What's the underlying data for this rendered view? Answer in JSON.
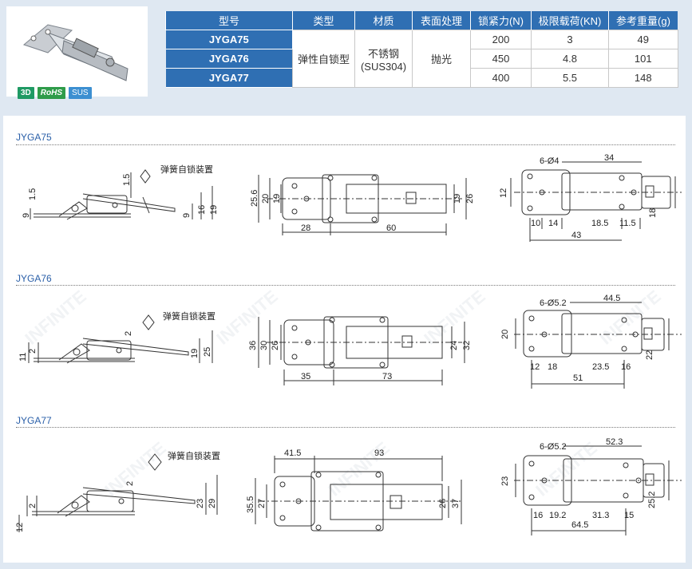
{
  "product": {
    "badges": [
      "3D",
      "RoHS",
      "SUS"
    ]
  },
  "spec_table": {
    "headers": [
      "型号",
      "类型",
      "材质",
      "表面处理",
      "锁紧力(N)",
      "极限载荷(KN)",
      "参考重量(g)"
    ],
    "shared": {
      "type": "弹性自锁型",
      "material_line1": "不锈钢",
      "material_line2": "(SUS304)",
      "finish": "抛光"
    },
    "rows": [
      {
        "model": "JYGA75",
        "lock_force": "200",
        "limit_load": "3",
        "weight": "49"
      },
      {
        "model": "JYGA76",
        "lock_force": "450",
        "limit_load": "4.8",
        "weight": "101"
      },
      {
        "model": "JYGA77",
        "lock_force": "400",
        "limit_load": "5.5",
        "weight": "148"
      }
    ]
  },
  "sections": [
    {
      "title": "JYGA75",
      "side_label": "弹簧自锁装置",
      "side_dims": [
        "1.5",
        "1.5",
        "9",
        "9",
        "16",
        "19"
      ],
      "top_dims": [
        "25.6",
        "20",
        "19",
        "19",
        "26",
        "28",
        "60"
      ],
      "back_dims": [
        "6-Ø4",
        "34",
        "12",
        "10",
        "14",
        "18.5",
        "11.5",
        "18",
        "43"
      ]
    },
    {
      "title": "JYGA76",
      "side_label": "弹簧自锁装置",
      "side_dims": [
        "2",
        "2",
        "11",
        "19",
        "25"
      ],
      "top_dims": [
        "36",
        "30",
        "26",
        "24",
        "32",
        "35",
        "73"
      ],
      "back_dims": [
        "6-Ø5.2",
        "44.5",
        "20",
        "12",
        "18",
        "23.5",
        "16",
        "22",
        "51"
      ]
    },
    {
      "title": "JYGA77",
      "side_label": "弹簧自锁装置",
      "side_dims": [
        "2",
        "2",
        "12",
        "23",
        "29"
      ],
      "top_dims": [
        "41.5",
        "93",
        "35.5",
        "27",
        "26",
        "37"
      ],
      "back_dims": [
        "6-Ø5.2",
        "52.3",
        "23",
        "16",
        "19.2",
        "31.3",
        "15",
        "25.2",
        "64.5"
      ]
    }
  ],
  "watermark": "INFINITE"
}
